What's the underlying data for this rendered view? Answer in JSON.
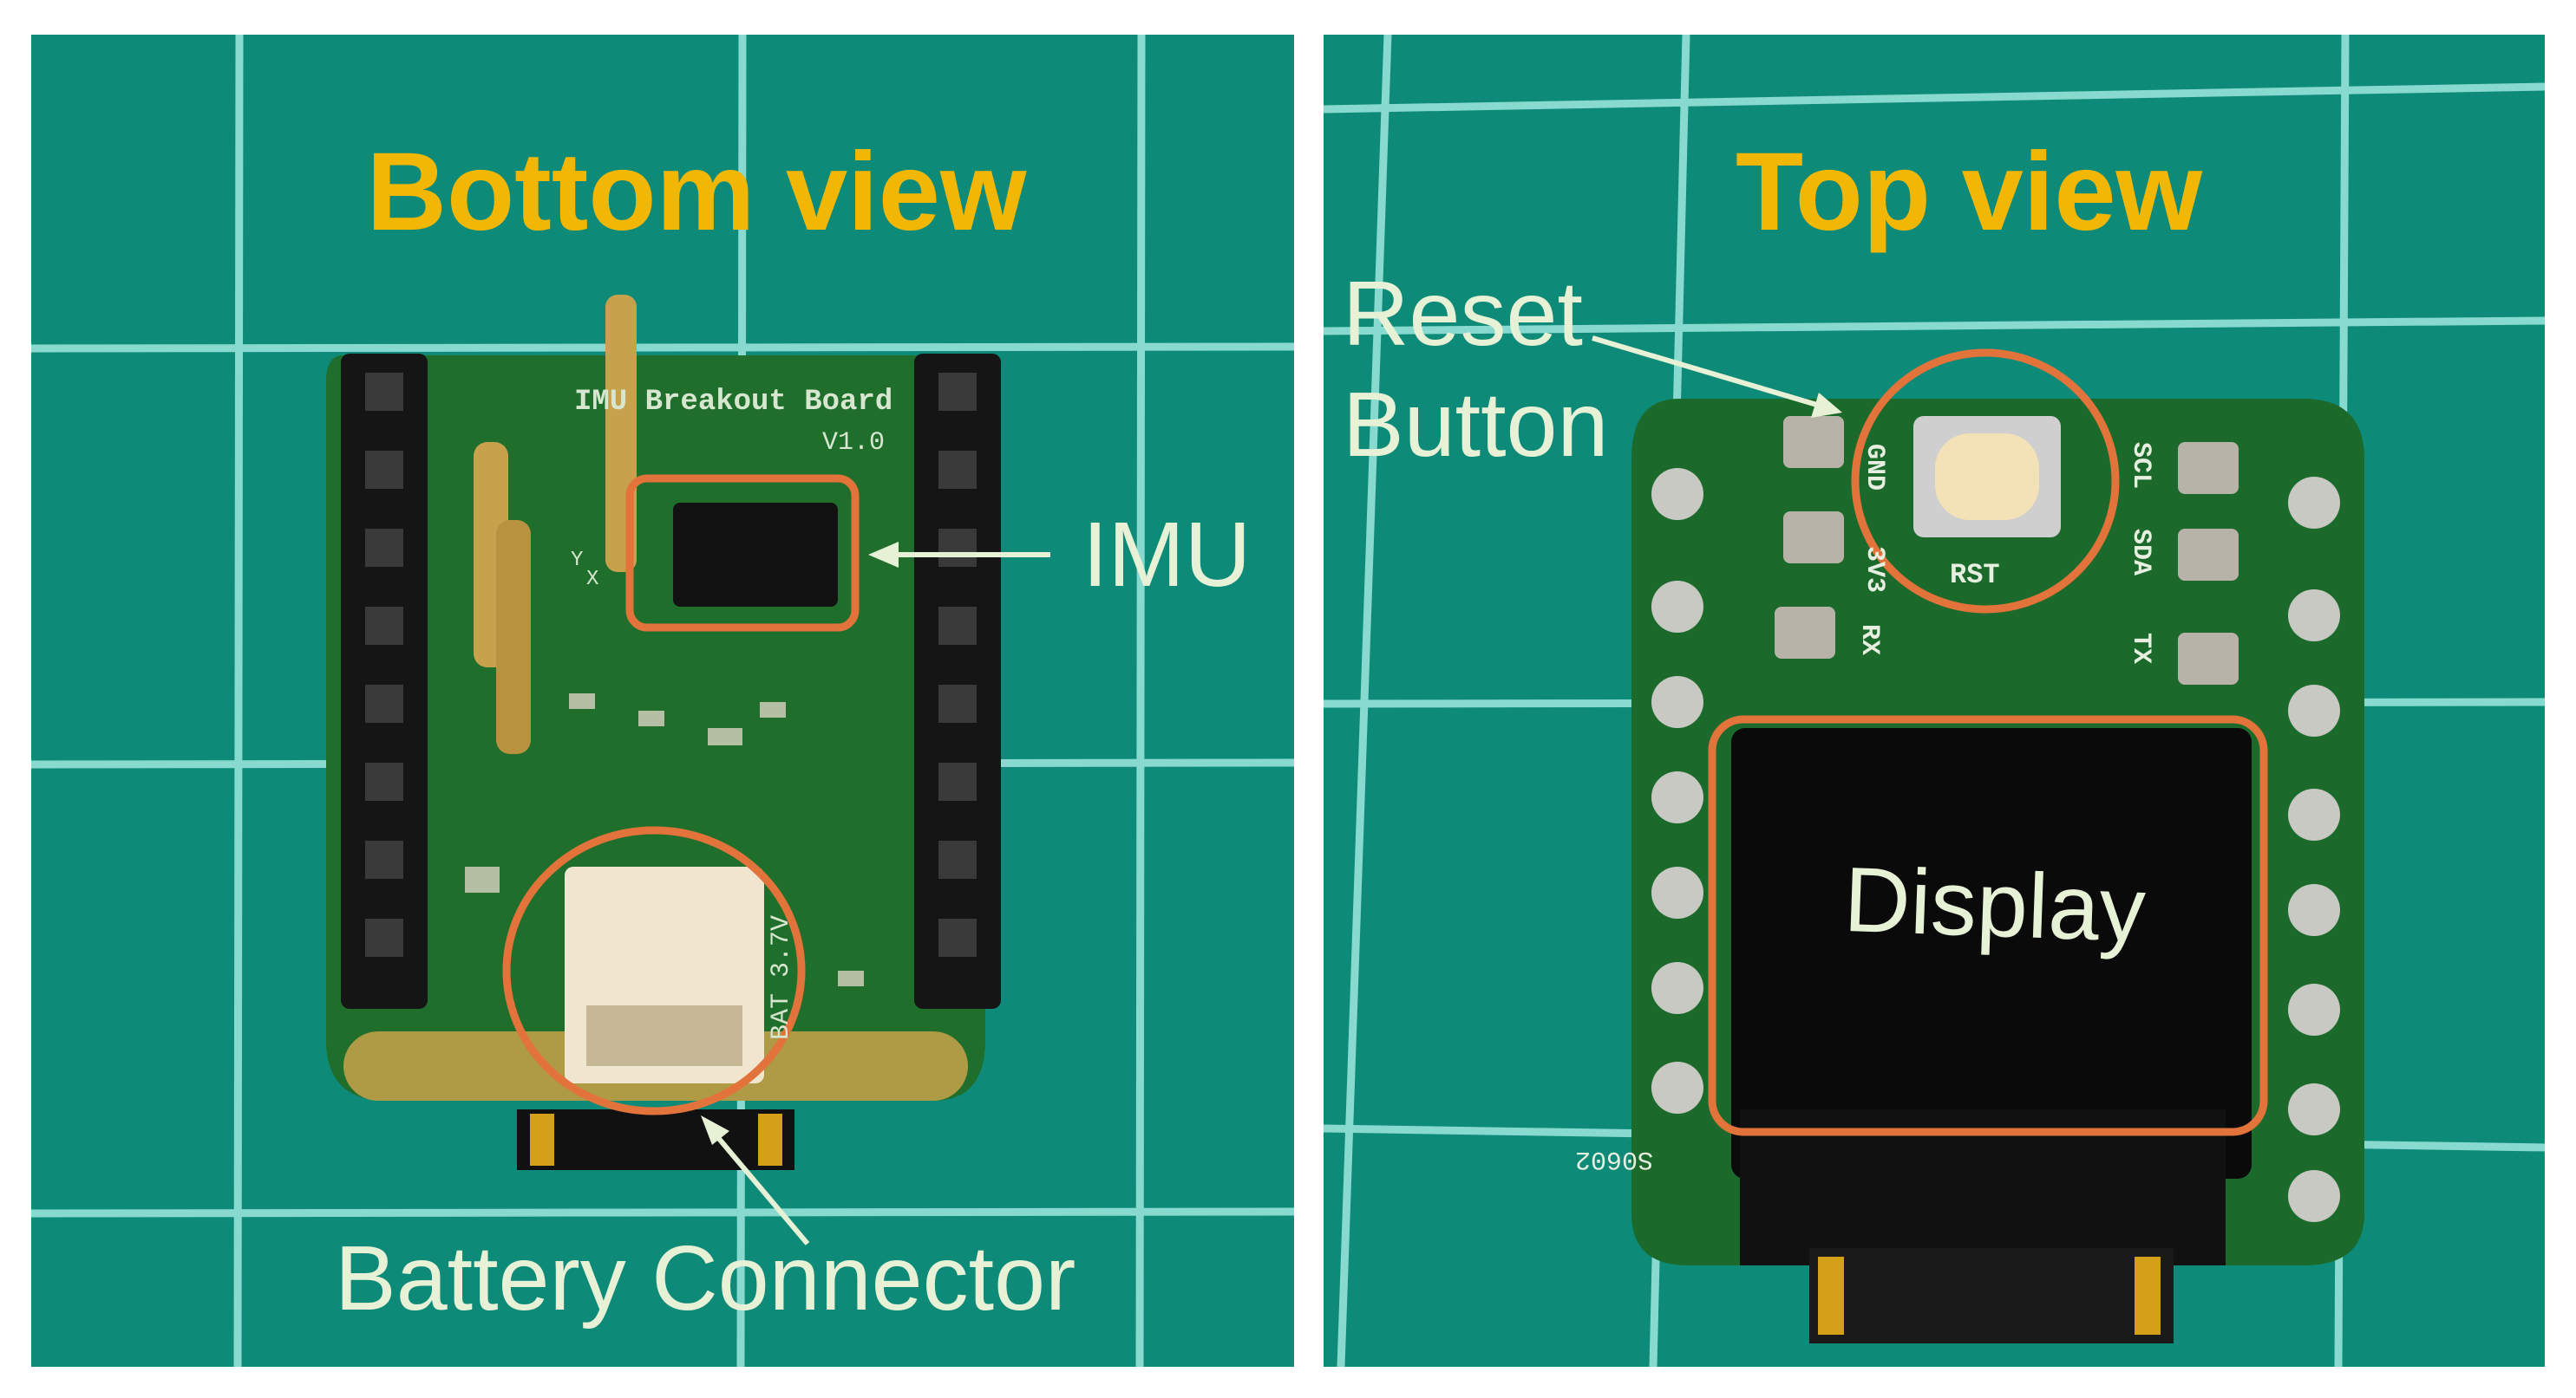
{
  "left_panel": {
    "title": "Bottom view",
    "silkscreen": {
      "board_name": "IMU Breakout Board",
      "version": "V1.0",
      "battery_text": "BAT 3.7V",
      "axis_y": "Y",
      "axis_x": "X"
    },
    "labels": {
      "imu": "IMU",
      "battery_connector": "Battery Connector"
    }
  },
  "right_panel": {
    "title": "Top view",
    "silkscreen": {
      "gnd": "GND",
      "v33": "3V3",
      "rst": "RST",
      "rx": "RX",
      "scl": "SCL",
      "sda": "SDA",
      "tx": "TX",
      "serial": "S0602"
    },
    "labels": {
      "reset_button_line1": "Reset",
      "reset_button_line2": "Button",
      "display": "Display"
    }
  },
  "colors": {
    "mat": "#0e8a79",
    "grid": "#9ee8e0",
    "pcb": "#1f6e2c",
    "title": "#f2b705",
    "highlight": "#e2733a",
    "label": "#e7f1d6"
  }
}
